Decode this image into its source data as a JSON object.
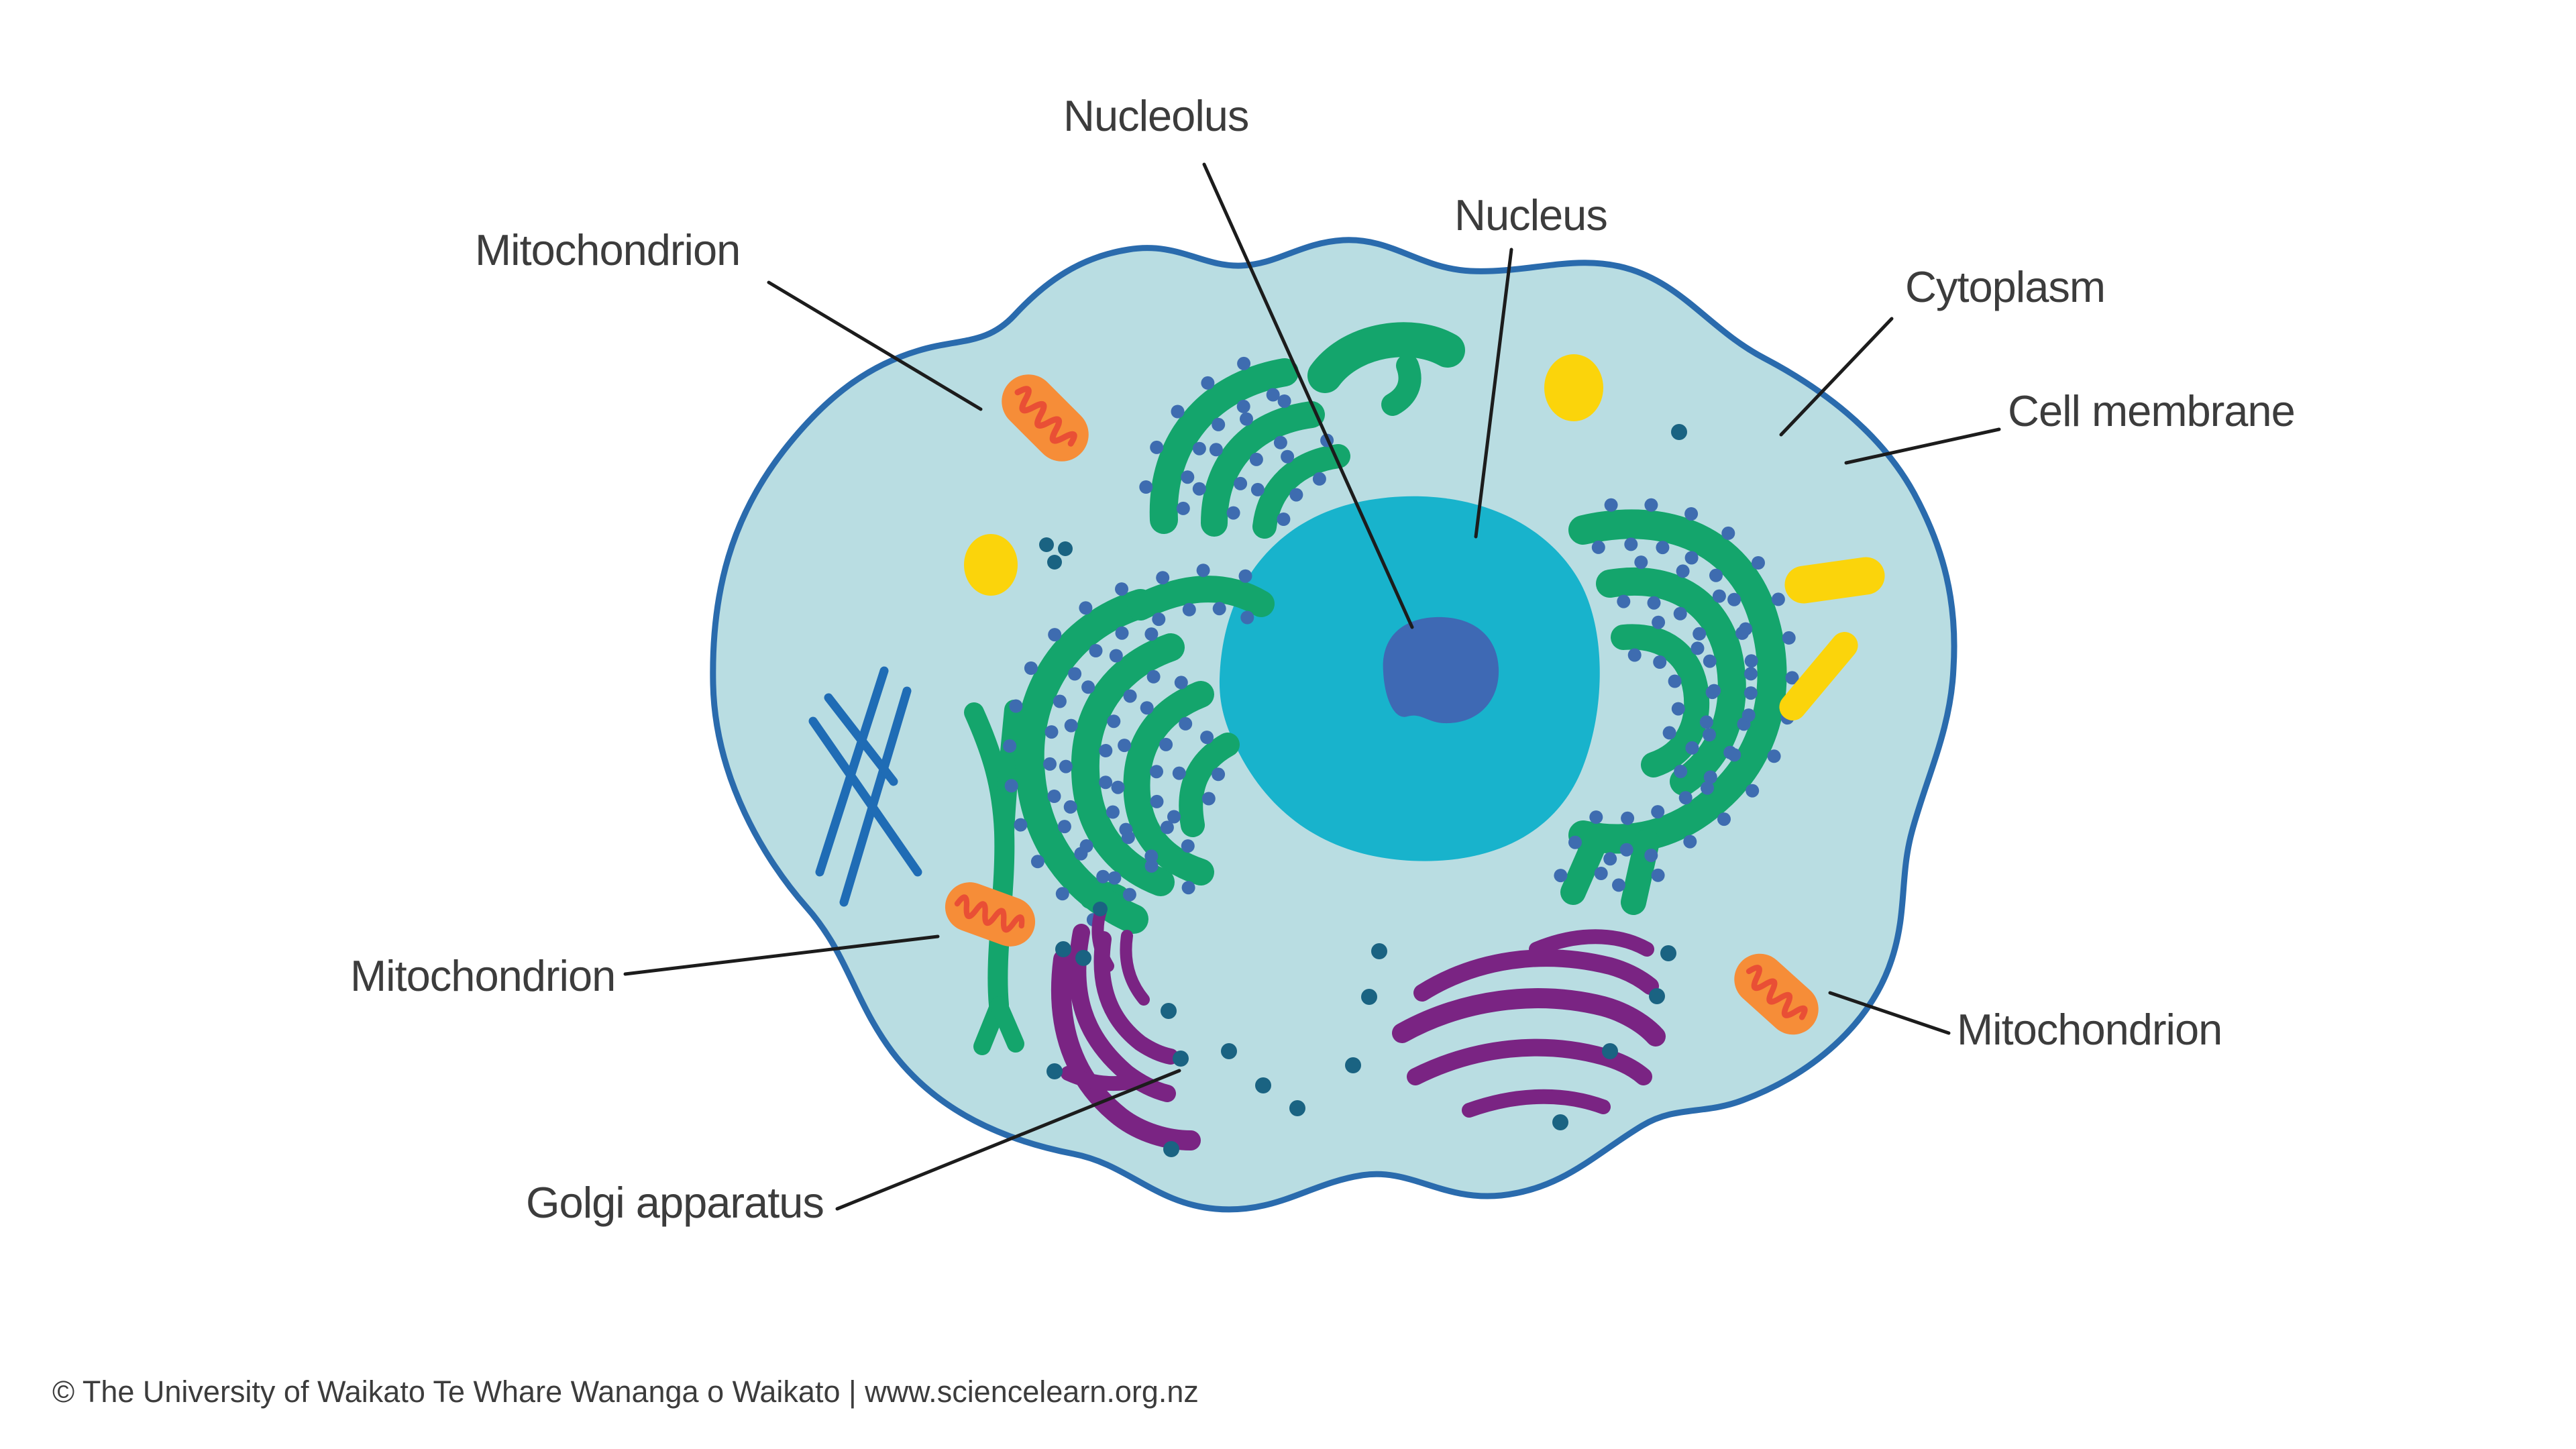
{
  "figure": {
    "type": "labelled-diagram",
    "subject": "Animal cell with organelles"
  },
  "labels": {
    "nucleolus": "Nucleolus",
    "nucleus": "Nucleus",
    "mitochondrion_top_left": "Mitochondrion",
    "cytoplasm": "Cytoplasm",
    "cell_membrane": "Cell membrane",
    "mitochondrion_bottom_left": "Mitochondrion",
    "mitochondrion_right": "Mitochondrion",
    "golgi_apparatus": "Golgi apparatus"
  },
  "footer": {
    "copyright": "© The University of Waikato Te Whare Wananga o Waikato | www.sciencelearn.org.nz"
  },
  "colors": {
    "cell_fill": "#b9dde2",
    "membrane": "#2a6bad",
    "nucleus": "#18b3cc",
    "nucleolus": "#3e69b4",
    "er_green": "#14a56c",
    "ribosome_blue": "#3e6cb0",
    "vesicle_teal": "#1a6382",
    "centriole_blue": "#1f6cb5",
    "mito_orange": "#f68d38",
    "mito_crista_red": "#e94f35",
    "golgi_purple": "#7a2483",
    "lysosome_yellow": "#fbd40b",
    "leader_line": "#1c1c1c",
    "label_text": "#3c3c3c"
  }
}
